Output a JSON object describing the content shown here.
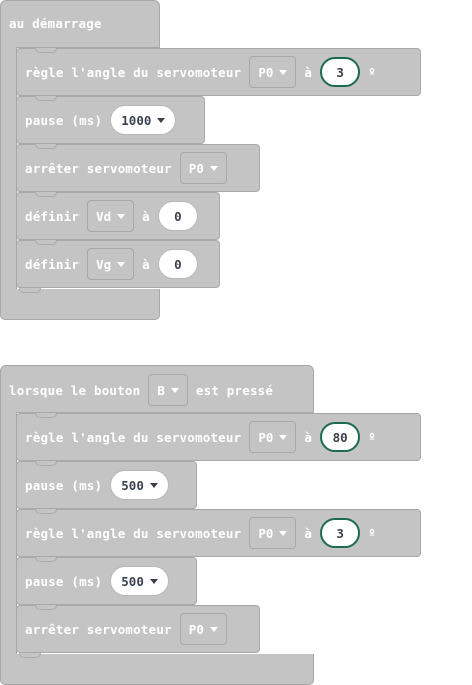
{
  "workspace": {
    "colors": {
      "block_fill": "#c4c4c4",
      "block_border": "#a8a8a8",
      "block_text": "#ffffff",
      "field_text": "#39424e",
      "selected_outline": "#1d6a4e"
    },
    "on_start": {
      "title": "au démarrage",
      "blocks": [
        {
          "label": "règle l'angle du servomoteur",
          "pin": "P0",
          "to": "à",
          "value": "3",
          "unit": "º"
        },
        {
          "label": "pause (ms)",
          "value": "1000"
        },
        {
          "label": "arrêter servomoteur",
          "pin": "P0"
        },
        {
          "label": "définir",
          "var": "Vd",
          "to": "à",
          "value": "0"
        },
        {
          "label": "définir",
          "var": "Vg",
          "to": "à",
          "value": "0"
        }
      ]
    },
    "on_button": {
      "title_prefix": "lorsque le bouton",
      "button": "B",
      "title_suffix": "est pressé",
      "blocks": [
        {
          "label": "règle l'angle du servomoteur",
          "pin": "P0",
          "to": "à",
          "value": "80",
          "unit": "º"
        },
        {
          "label": "pause (ms)",
          "value": "500"
        },
        {
          "label": "règle l'angle du servomoteur",
          "pin": "P0",
          "to": "à",
          "value": "3",
          "unit": "º"
        },
        {
          "label": "pause (ms)",
          "value": "500"
        },
        {
          "label": "arrêter servomoteur",
          "pin": "P0"
        }
      ]
    }
  }
}
